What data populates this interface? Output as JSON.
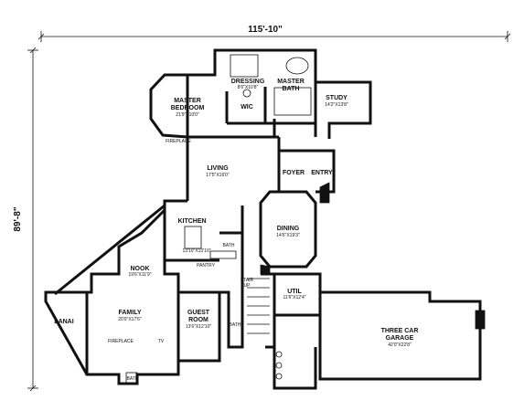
{
  "plan": {
    "overall_width": "115'-10\"",
    "overall_depth": "89'-8\"",
    "rooms": {
      "master_bedroom": {
        "name_line1": "MASTER",
        "name_line2": "BEDROOM",
        "dims": "21'9\"X10'0\""
      },
      "dressing": {
        "name": "DRESSING",
        "dims": "8'6\"X10'8\""
      },
      "master_bath": {
        "name_line1": "MASTER",
        "name_line2": "BATH"
      },
      "wic": {
        "name": "WIC"
      },
      "study": {
        "name": "STUDY",
        "dims": "14'2\"X13'8\""
      },
      "fireplace_top": {
        "name": "FIREPLACE"
      },
      "living": {
        "name": "LIVING",
        "dims": "17'5\"X16'0\""
      },
      "foyer": {
        "name": "FOYER"
      },
      "entry": {
        "name": "ENTRY"
      },
      "kitchen": {
        "name": "KITCHEN",
        "dims": "13'10\"X13'10\""
      },
      "bath_kitchen": {
        "name": "BATH"
      },
      "pantry": {
        "name": "PANTRY"
      },
      "dining": {
        "name": "DINING",
        "dims": "14'6\"X19'3\""
      },
      "nook": {
        "name": "NOOK",
        "dims": "19'6\"X11'9\""
      },
      "stair": {
        "name_line1": "STAIR",
        "name_line2": "UP"
      },
      "util": {
        "name": "UTIL",
        "dims": "11'6\"X12'4\""
      },
      "family": {
        "name": "FAMILY",
        "dims": "20'0\"X17'6\""
      },
      "guest_room": {
        "name_line1": "GUEST",
        "name_line2": "ROOM",
        "dims": "13'6\"X12'10\""
      },
      "bath_guest": {
        "name": "BATH"
      },
      "lanai": {
        "name": "LANAI"
      },
      "fireplace_family": {
        "name": "FIREPLACE"
      },
      "tv": {
        "name": "TV"
      },
      "bath_lanai": {
        "name": "BATH"
      },
      "garage": {
        "name_line1": "THREE CAR",
        "name_line2": "GARAGE",
        "dims": "42'0\"X22'8\""
      }
    }
  }
}
